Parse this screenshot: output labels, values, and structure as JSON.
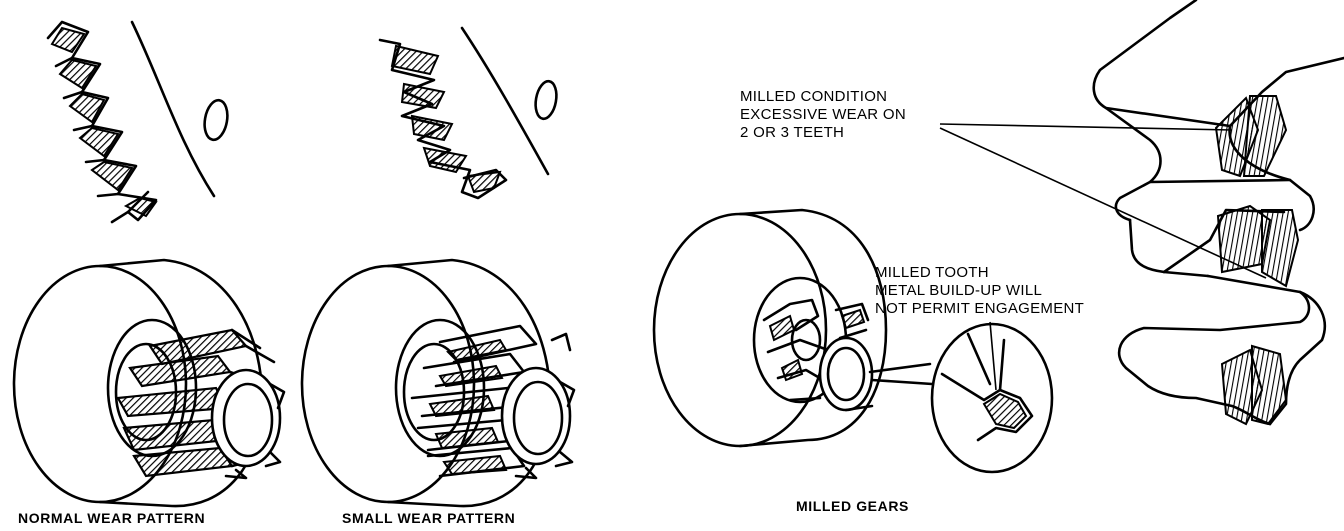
{
  "diagram": {
    "labels": {
      "milled_condition": [
        "MILLED CONDITION",
        "EXCESSIVE WEAR ON",
        "2 OR 3 TEETH"
      ],
      "milled_tooth": [
        "MILLED TOOTH",
        "METAL BUILD-UP WILL",
        "NOT PERMIT ENGAGEMENT"
      ]
    },
    "captions": {
      "normal": "NORMAL WEAR PATTERN",
      "small": "SMALL WEAR PATTERN",
      "milled": "MILLED GEARS"
    }
  }
}
